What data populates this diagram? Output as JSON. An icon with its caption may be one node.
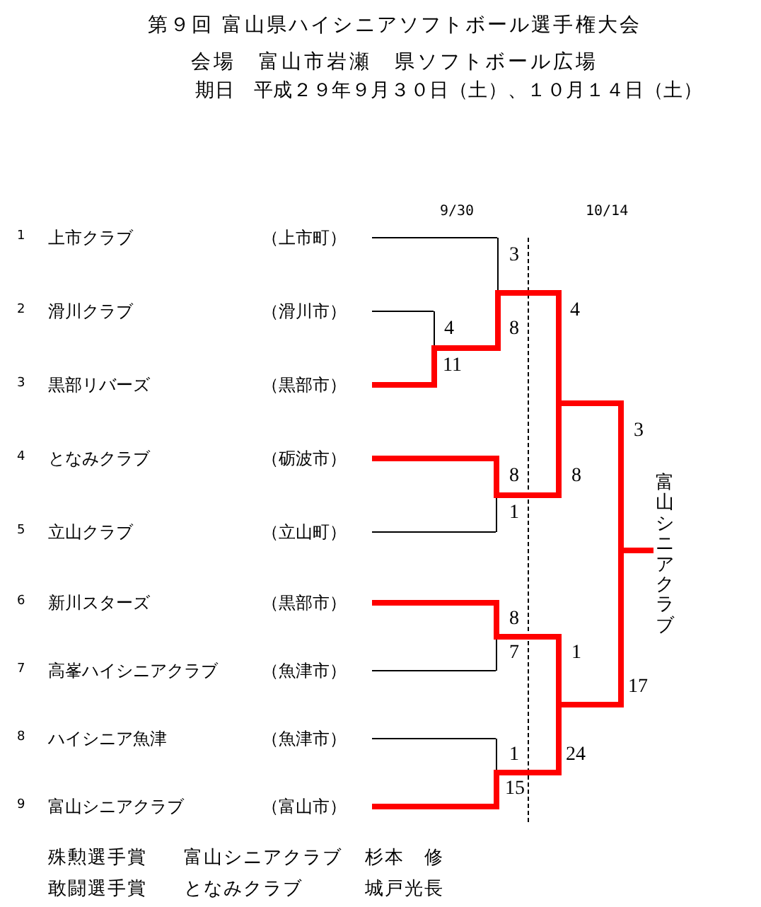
{
  "diagram": {
    "title": "第９回 富山県ハイシニアソフトボール選手権大会",
    "nodes": [
      {
        "text": [
          "上市クラブ",
          "（上市町）"
        ],
        "beside": [
          "1"
        ]
      },
      {
        "text": [
          "滑川クラブ",
          "（滑川市）"
        ],
        "beside": [
          "2"
        ]
      },
      {
        "text": [
          "黒部リバーズ",
          "（黒部市）"
        ],
        "beside": [
          "3"
        ]
      },
      {
        "text": [
          "となみクラブ",
          "（砺波市）"
        ],
        "beside": [
          "4"
        ]
      },
      {
        "text": [
          "立山クラブ",
          "（立山町）"
        ],
        "beside": [
          "5"
        ]
      },
      {
        "text": [
          "新川スターズ",
          "（黒部市）"
        ],
        "beside": [
          "6"
        ]
      },
      {
        "text": [
          "高峯ハイシニアクラブ",
          "（魚津市）"
        ],
        "beside": [
          "7"
        ]
      },
      {
        "text": [
          "ハイシニア魚津",
          "（魚津市）"
        ],
        "beside": [
          "8"
        ]
      },
      {
        "text": [
          "富山シニアクラブ",
          "（富山市）"
        ],
        "beside": [
          "9"
        ]
      },
      {
        "text": [],
        "shape": "bar",
        "beside": [
          "4",
          "11"
        ]
      },
      {
        "text": [],
        "shape": "bar",
        "beside": [
          "3",
          "8"
        ]
      },
      {
        "text": [],
        "shape": "bar",
        "beside": [
          "8",
          "1"
        ]
      },
      {
        "text": [],
        "shape": "bar",
        "beside": [
          "8",
          "7"
        ]
      },
      {
        "text": [],
        "shape": "bar",
        "beside": [
          "1",
          "15"
        ]
      },
      {
        "text": [],
        "shape": "bar",
        "beside": [
          "4",
          "8"
        ]
      },
      {
        "text": [],
        "shape": "bar",
        "beside": [
          "1",
          "24"
        ]
      },
      {
        "text": [],
        "shape": "bar",
        "beside": [
          "3",
          "17"
        ]
      },
      {
        "text": [
          "富山シニアクラブ"
        ]
      }
    ],
    "edges": [
      {
        "from": 0,
        "to": 10,
        "arrow": "none",
        "color": "#000000"
      },
      {
        "from": 1,
        "to": 9,
        "arrow": "none",
        "color": "#000000"
      },
      {
        "from": 2,
        "to": 9,
        "arrow": "none",
        "color": "#ff0000"
      },
      {
        "from": 9,
        "to": 10,
        "arrow": "none",
        "color": "#ff0000"
      },
      {
        "from": 3,
        "to": 11,
        "arrow": "none",
        "color": "#ff0000"
      },
      {
        "from": 4,
        "to": 11,
        "arrow": "none",
        "color": "#000000"
      },
      {
        "from": 5,
        "to": 12,
        "arrow": "none",
        "color": "#ff0000"
      },
      {
        "from": 6,
        "to": 12,
        "arrow": "none",
        "color": "#000000"
      },
      {
        "from": 7,
        "to": 13,
        "arrow": "none",
        "color": "#000000"
      },
      {
        "from": 8,
        "to": 13,
        "arrow": "none",
        "color": "#ff0000"
      },
      {
        "from": 10,
        "to": 14,
        "arrow": "none",
        "color": "#ff0000"
      },
      {
        "from": 11,
        "to": 14,
        "arrow": "none",
        "color": "#ff0000"
      },
      {
        "from": 12,
        "to": 15,
        "arrow": "none",
        "color": "#ff0000"
      },
      {
        "from": 13,
        "to": 15,
        "arrow": "none",
        "color": "#ff0000"
      },
      {
        "from": 14,
        "to": 16,
        "arrow": "none",
        "color": "#ff0000"
      },
      {
        "from": 15,
        "to": 16,
        "arrow": "none",
        "color": "#ff0000"
      },
      {
        "from": 16,
        "to": 17,
        "arrow": "none",
        "color": "#ff0000"
      }
    ],
    "labels": [
      "会場　富山市岩瀬　県ソフトボール広場",
      "期日　平成２９年９月３０日（土）、１０月１４日（土）",
      "9/30",
      "10/14",
      "殊勲選手賞",
      "富山シニアクラブ",
      "杉本　修",
      "敢闘選手賞",
      "となみクラブ",
      "城戸光長"
    ]
  }
}
